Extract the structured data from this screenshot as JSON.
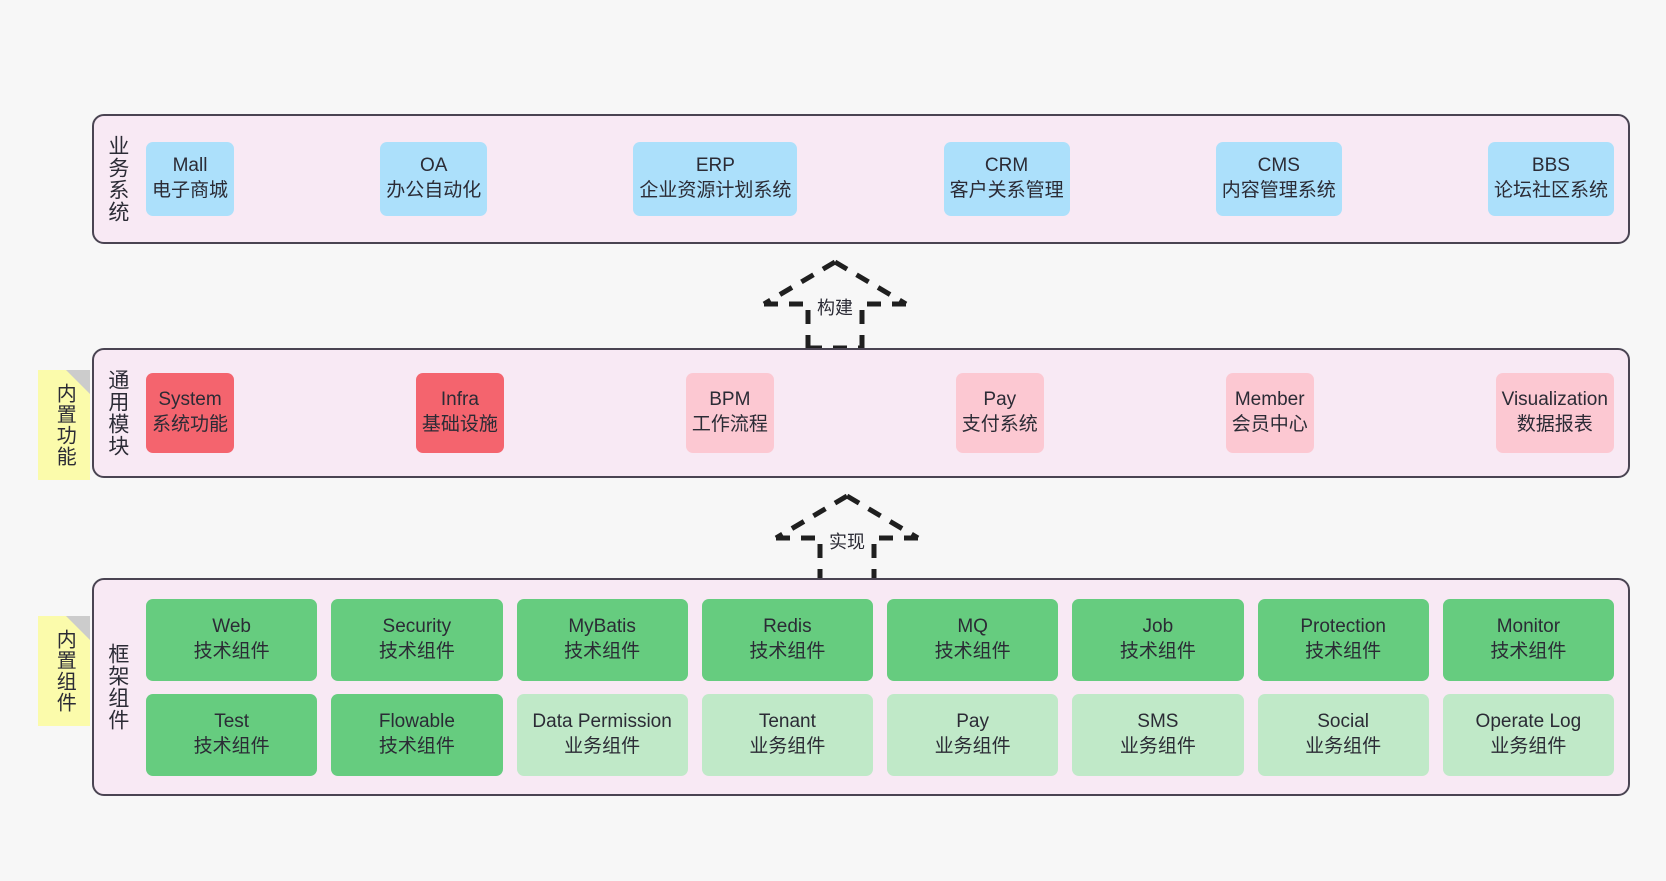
{
  "diagram": {
    "background_color": "#f7f7f7",
    "container_fill": "#f8e9f4",
    "container_border": "#4a4452"
  },
  "layers": [
    {
      "id": "business",
      "title": "业务系统",
      "cards": [
        {
          "name": "Mall",
          "sub": "电子商城",
          "color": "#ace0fb"
        },
        {
          "name": "OA",
          "sub": "办公自动化",
          "color": "#ace0fb"
        },
        {
          "name": "ERP",
          "sub": "企业资源计划系统",
          "color": "#ace0fb"
        },
        {
          "name": "CRM",
          "sub": "客户关系管理",
          "color": "#ace0fb"
        },
        {
          "name": "CMS",
          "sub": "内容管理系统",
          "color": "#ace0fb"
        },
        {
          "name": "BBS",
          "sub": "论坛社区系统",
          "color": "#ace0fb"
        }
      ]
    },
    {
      "id": "modules",
      "title": "通用模块",
      "note": "内置功能",
      "cards": [
        {
          "name": "System",
          "sub": "系统功能",
          "color": "#f4646e"
        },
        {
          "name": "Infra",
          "sub": "基础设施",
          "color": "#f4646e"
        },
        {
          "name": "BPM",
          "sub": "工作流程",
          "color": "#fcc8d2"
        },
        {
          "name": "Pay",
          "sub": "支付系统",
          "color": "#fcc8d2"
        },
        {
          "name": "Member",
          "sub": "会员中心",
          "color": "#fcc8d2"
        },
        {
          "name": "Visualization",
          "sub": "数据报表",
          "color": "#fcc8d2"
        }
      ]
    },
    {
      "id": "framework",
      "title": "框架组件",
      "note": "内置组件",
      "row1": [
        {
          "name": "Web",
          "sub": "技术组件",
          "color": "#66cc7f"
        },
        {
          "name": "Security",
          "sub": "技术组件",
          "color": "#66cc7f"
        },
        {
          "name": "MyBatis",
          "sub": "技术组件",
          "color": "#66cc7f"
        },
        {
          "name": "Redis",
          "sub": "技术组件",
          "color": "#66cc7f"
        },
        {
          "name": "MQ",
          "sub": "技术组件",
          "color": "#66cc7f"
        },
        {
          "name": "Job",
          "sub": "技术组件",
          "color": "#66cc7f"
        },
        {
          "name": "Protection",
          "sub": "技术组件",
          "color": "#66cc7f"
        },
        {
          "name": "Monitor",
          "sub": "技术组件",
          "color": "#66cc7f"
        }
      ],
      "row2": [
        {
          "name": "Test",
          "sub": "技术组件",
          "color": "#66cc7f"
        },
        {
          "name": "Flowable",
          "sub": "技术组件",
          "color": "#66cc7f"
        },
        {
          "name": "Data Permission",
          "sub": "业务组件",
          "color": "#c0e9c8"
        },
        {
          "name": "Tenant",
          "sub": "业务组件",
          "color": "#c0e9c8"
        },
        {
          "name": "Pay",
          "sub": "业务组件",
          "color": "#c0e9c8"
        },
        {
          "name": "SMS",
          "sub": "业务组件",
          "color": "#c0e9c8"
        },
        {
          "name": "Social",
          "sub": "业务组件",
          "color": "#c0e9c8"
        },
        {
          "name": "Operate Log",
          "sub": "业务组件",
          "color": "#c0e9c8"
        }
      ]
    }
  ],
  "arrows": [
    {
      "id": "build",
      "label": "构建",
      "style": "dashed-hollow-up"
    },
    {
      "id": "implement",
      "label": "实现",
      "style": "dashed-hollow-up"
    }
  ],
  "notes": [
    {
      "id": "features",
      "label": "内置功能",
      "color": "#fbfbab"
    },
    {
      "id": "components",
      "label": "内置组件",
      "color": "#fbfbab"
    }
  ]
}
